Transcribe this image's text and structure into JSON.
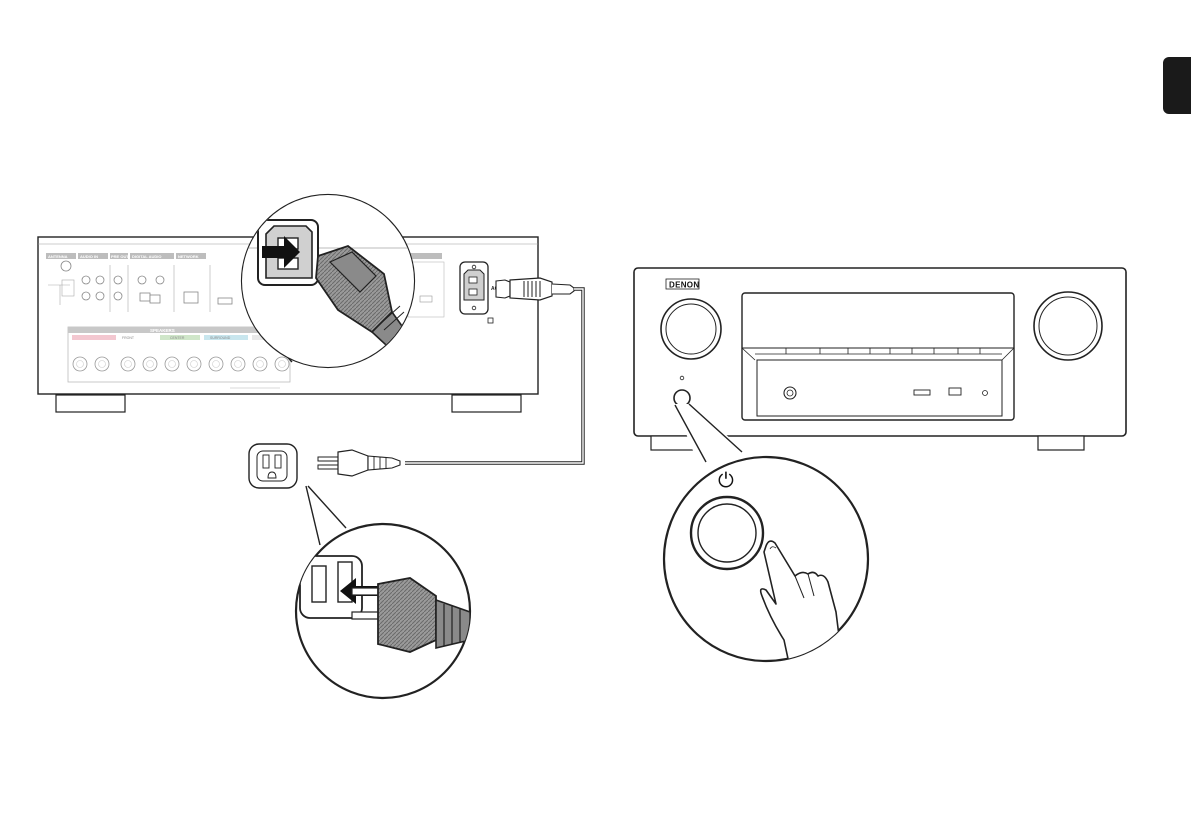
{
  "brand": {
    "logo_text": "DENON"
  },
  "rear_panel": {
    "section_labels": [
      "ANTENNA",
      "AUDIO IN",
      "PRE OUT",
      "DIGITAL AUDIO",
      "NETWORK",
      "SPEAKERS"
    ],
    "speaker_groups": [
      "FRONT",
      "CENTER",
      "SURROUND"
    ],
    "ac_in_label": "AC IN"
  },
  "front_panel": {
    "power_symbol": "⏻"
  }
}
